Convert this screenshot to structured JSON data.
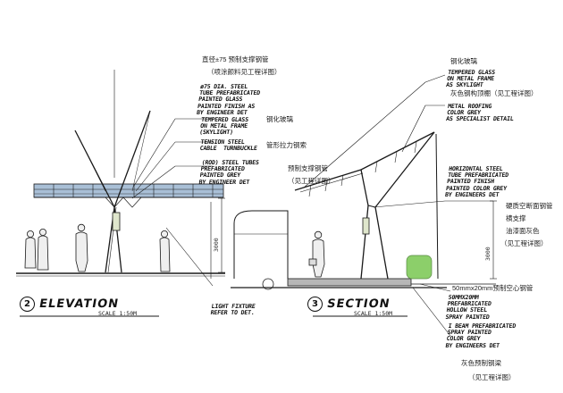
{
  "sheet": {
    "elevation": {
      "number": "2",
      "title": "ELEVATION",
      "scale": "SCALE 1:50M",
      "labels": {
        "column_cn": "直径±75 预制支撑钢管",
        "column_cn2": "（喷涂颜料见工程详图）",
        "glass_cn": "钢化玻璃",
        "cable_cn": "管形拉力钢索",
        "tube_cn": "预制支撑钢管",
        "tube_cn2": "（见工程详图）"
      },
      "notes": {
        "column": "ø75 DIA. STEEL\nTUBE PREFABRICATED\nPAINTED GLASS\nPAINTED FINISH AS\nBY ENGINEER DET",
        "glass": "TEMPERED GLASS\nON METAL FRAME\n(SKYLIGHT)",
        "cable": "TENSION STEEL\nCABLE  TURNBUCKLE",
        "tube": "(ROD) STEEL TUBES\nPREFABRICATED\nPAINTED GREY\nBY ENGINEER DET"
      },
      "dimension": "3000",
      "light_note": "LIGHT FIXTURE\nREFER TO DET."
    },
    "section": {
      "number": "3",
      "title": "SECTION",
      "scale": "SCALE 1:50M",
      "labels": {
        "glass_cn": "钢化玻璃",
        "glass_cn2": "灰色钢构顶棚（见工程详图）",
        "hollow_cn": "硬质空断面钢管",
        "beam_h_cn": "横支撑",
        "paint_cn": "油漆面灰色",
        "paint_cn2": "（见工程详图）",
        "spec_cn": "50mmx20mm预制空心钢管",
        "ibeam_cn": "灰色预制钢梁",
        "ibeam_cn2": "（见工程详图）"
      },
      "notes": {
        "glass": "TEMPERED GLASS\nON METAL FRAME\nAS SKYLIGHT",
        "roof": "METAL ROOFING\nCOLOR GREY\nAS SPECIALIST DETAIL",
        "horizontal": "HORIZONTAL STEEL\nTUBE PREFABRICATED\nPAINTED FINISH\nPAINTED COLOR GREY\nBY ENGINEERS DET",
        "hollow": "50MMX20MM\nPREFABRICATED\nHOLLOW STEEL\nSPRAY PAINTED",
        "ibeam": "I BEAM PREFABRICATED\nSPRAY PAINTED\nCOLOR GREY\nBY ENGINEERS DET"
      },
      "dimension": "3000"
    },
    "colors": {
      "ink": "#1a1a1a",
      "glass_blue": "#8fa9c4",
      "pavement": "#b7b7b7",
      "shrub": "#8ccf6a"
    }
  }
}
